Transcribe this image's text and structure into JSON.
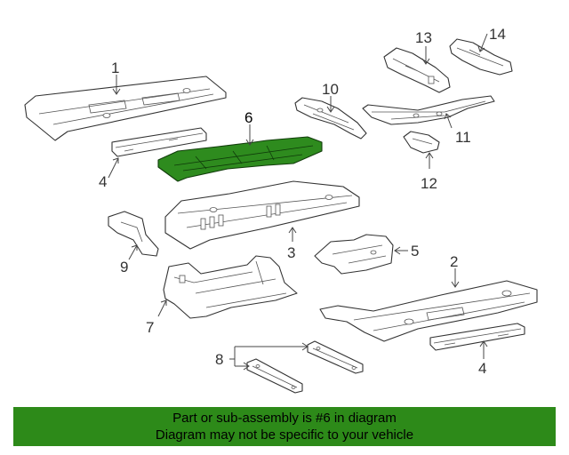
{
  "callouts": {
    "c1": "1",
    "c2": "2",
    "c3": "3",
    "c4a": "4",
    "c4b": "4",
    "c5": "5",
    "c6": "6",
    "c7": "7",
    "c8": "8",
    "c9": "9",
    "c10": "10",
    "c11": "11",
    "c12": "12",
    "c13": "13",
    "c14": "14"
  },
  "footer": {
    "line1": "Part or sub-assembly is #6 in diagram",
    "line2": "Diagram may not be specific to your vehicle"
  },
  "colors": {
    "highlight_part": "#2e8b1e",
    "footer_background": "#2d8a19"
  }
}
